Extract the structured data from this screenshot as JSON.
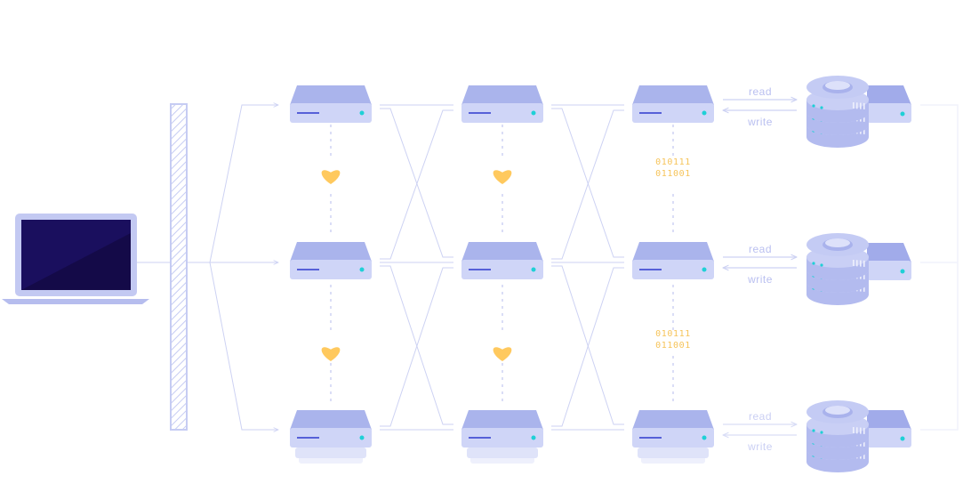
{
  "diagram": {
    "colors": {
      "line": "#cdd2f3",
      "server_top": "#aab4ec",
      "server_front": "#cfd5f7",
      "server_slot": "#5660d8",
      "led": "#1fd0d6",
      "heart": "#ffc95e",
      "binary": "#f6c45a",
      "laptop_screen": "#1a0f5e",
      "laptop_frame": "#c3c9f2",
      "firewall": "#c6ccf3",
      "db": "#b3bbef"
    },
    "icons": {
      "client": "laptop-icon",
      "gateway": "firewall-icon",
      "node": "server-icon",
      "health": "heart-icon",
      "storage": "database-icon"
    },
    "links": {
      "read_label": "read",
      "write_label": "write"
    },
    "replication": {
      "line1": "010111",
      "line2": "011001"
    }
  }
}
